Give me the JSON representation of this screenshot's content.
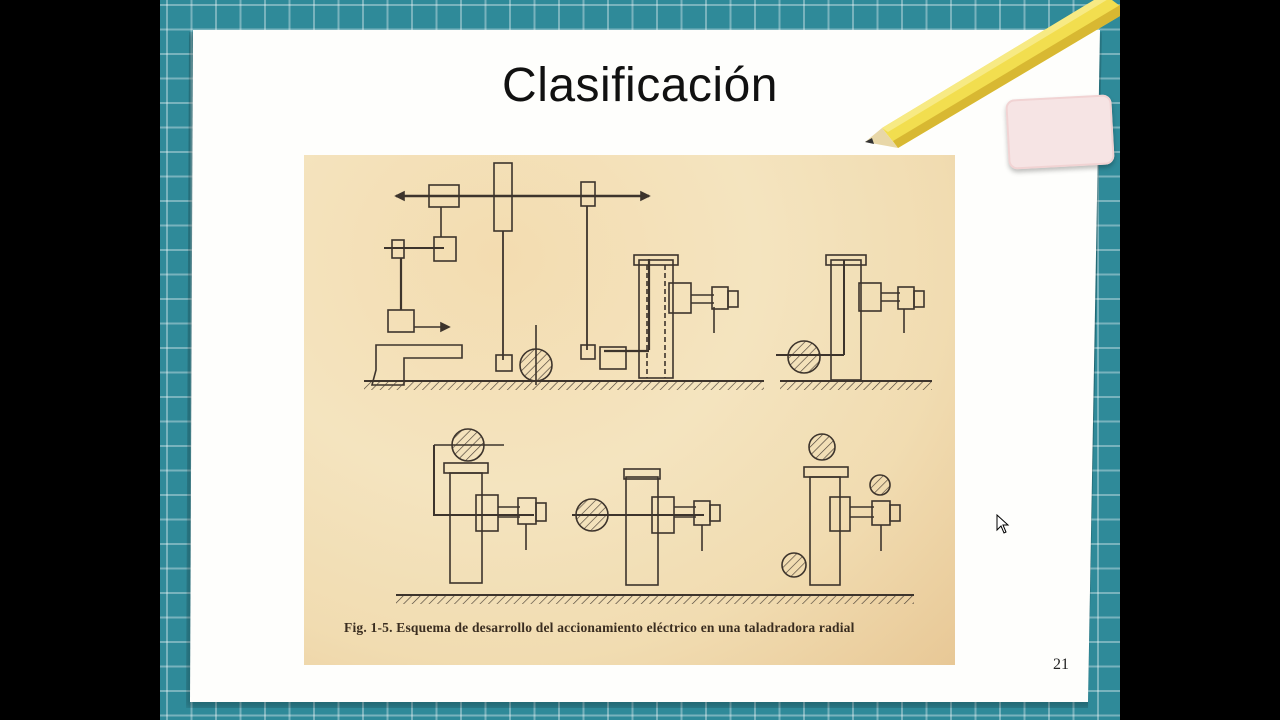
{
  "slide": {
    "title": "Clasificación",
    "page_number": "21",
    "figure": {
      "caption": "Fig. 1-5. Esquema de desarrollo del accionamiento eléctrico en una taladradora radial",
      "description": "Diagram of radial drilling machine drive schemes (line shaft, motor drive variants)",
      "background_color": "#f2ddb3"
    },
    "decorations": [
      "pencil",
      "eraser",
      "grid-background"
    ]
  },
  "colors": {
    "grid_background": "#2f8a99",
    "paper": "#fefefc",
    "pencil": "#f2de4f",
    "eraser": "#f6e4e4",
    "outside": "#000000"
  }
}
